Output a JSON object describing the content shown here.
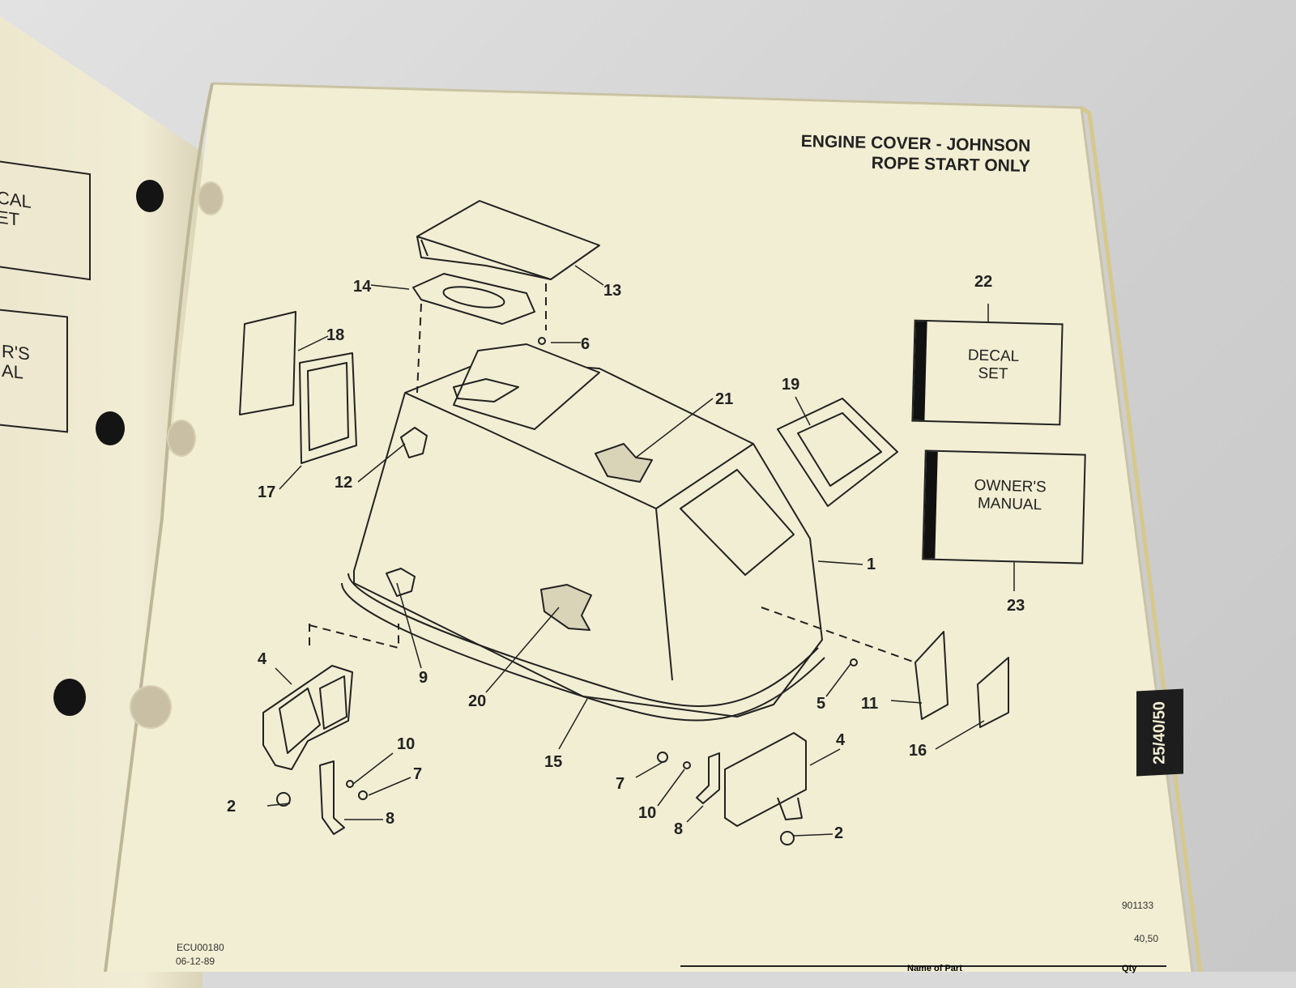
{
  "page": {
    "title_line1": "ENGINE COVER - JOHNSON",
    "title_line2": "ROPE START ONLY",
    "section_tab": "25/40/50",
    "code_left": "ECU00180",
    "date_left": "06-12-89",
    "drawing_number": "901133",
    "page_models": "40,50"
  },
  "boxes": {
    "decal": {
      "line1": "DECAL",
      "line2": "SET",
      "number": "22"
    },
    "manual": {
      "line1": "OWNER'S",
      "line2": "MANUAL",
      "number": "23"
    }
  },
  "left_page": {
    "box1_line1": "CAL",
    "box1_line2": "ET",
    "box2_line1": "R'S",
    "box2_line2": "AL"
  },
  "table_header": {
    "name_col": "Name of Part",
    "qty_col": "Qty"
  },
  "callouts": {
    "c1": "1",
    "c2a": "2",
    "c2b": "2",
    "c4a": "4",
    "c4b": "4",
    "c5": "5",
    "c6": "6",
    "c7a": "7",
    "c7b": "7",
    "c8a": "8",
    "c8b": "8",
    "c9": "9",
    "c10a": "10",
    "c10b": "10",
    "c11": "11",
    "c12": "12",
    "c13": "13",
    "c14": "14",
    "c15": "15",
    "c16": "16",
    "c17": "17",
    "c18": "18",
    "c19": "19",
    "c20": "20",
    "c21": "21"
  },
  "colors": {
    "paper": "#f1eed3",
    "ink": "#222222",
    "background": "#d9d9d9"
  }
}
